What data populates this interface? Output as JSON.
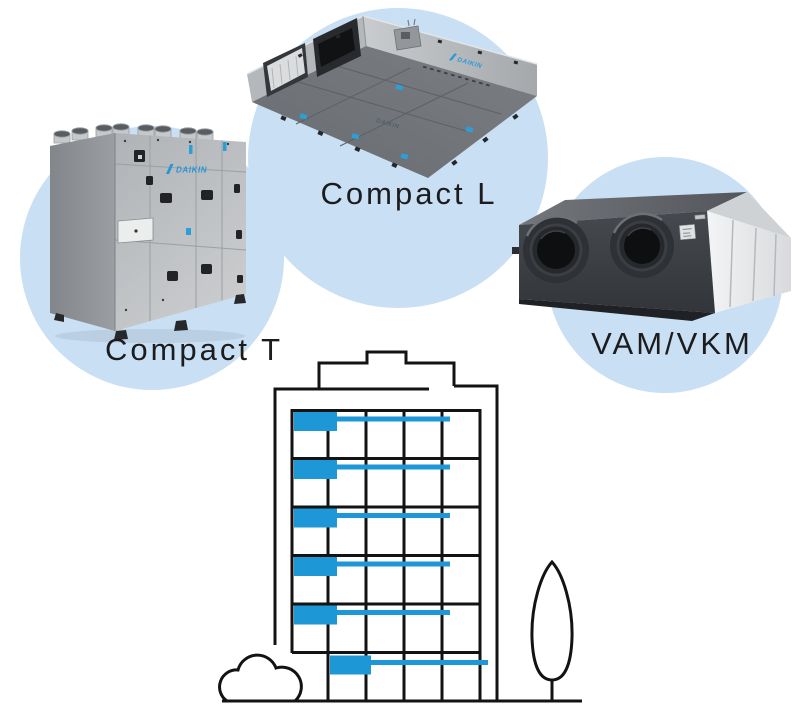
{
  "illustration": {
    "brand_logo": "DAIKIN",
    "products": [
      {
        "id": "compact-t",
        "label": "Compact T"
      },
      {
        "id": "compact-l",
        "label": "Compact L"
      },
      {
        "id": "vam-vkm",
        "label": "VAM/VKM"
      }
    ],
    "building": {
      "floors_with_unit_bar": 6,
      "grid_columns": 5,
      "grid_rows": 5
    },
    "colors": {
      "circle_fill": "#c9dff3",
      "accent_blue": "#1e97d6",
      "outline": "#131313",
      "label_text": "#1c1c1e"
    }
  }
}
